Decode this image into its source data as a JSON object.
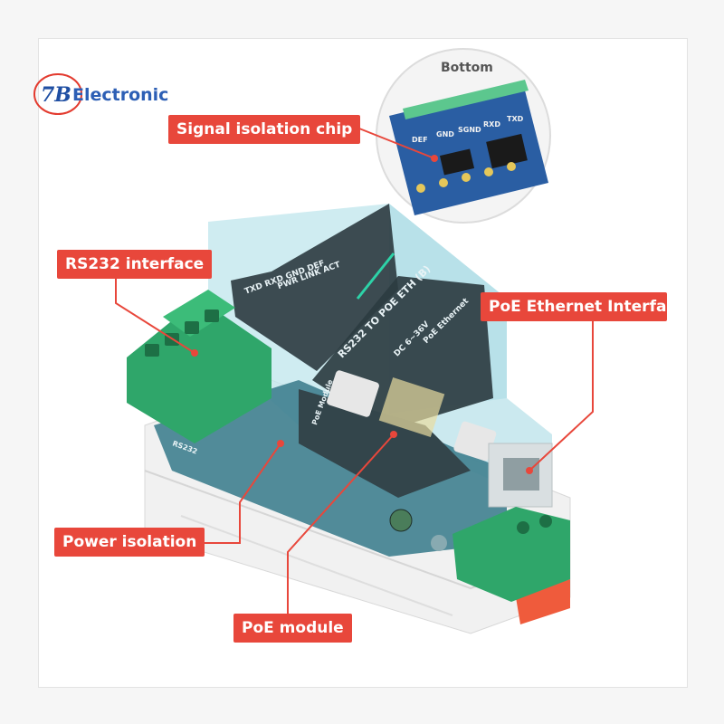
{
  "brand": {
    "number": "7B",
    "name": "Electronic",
    "color": "#2d5fb5"
  },
  "accent_color": "#e8473b",
  "inset": {
    "title": "Bottom",
    "pins": [
      "DEF",
      "GND",
      "SGND",
      "RXD",
      "TXD"
    ]
  },
  "labels": {
    "signal_isolation": "Signal isolation chip",
    "rs232": "RS232 interface",
    "poe_ethernet": "PoE Ethernet Interfac",
    "power_isolation": "Power isolation",
    "poe_module": "PoE module"
  },
  "device": {
    "model": "RS232 TO POE ETH (B)",
    "top_pins": "TXD RXD GND DEF",
    "leds": "PWR LINK ACT",
    "power": "DC 6~36V",
    "ethernet": "PoE Ethernet",
    "side": "RS232",
    "module": "PoE Module"
  }
}
